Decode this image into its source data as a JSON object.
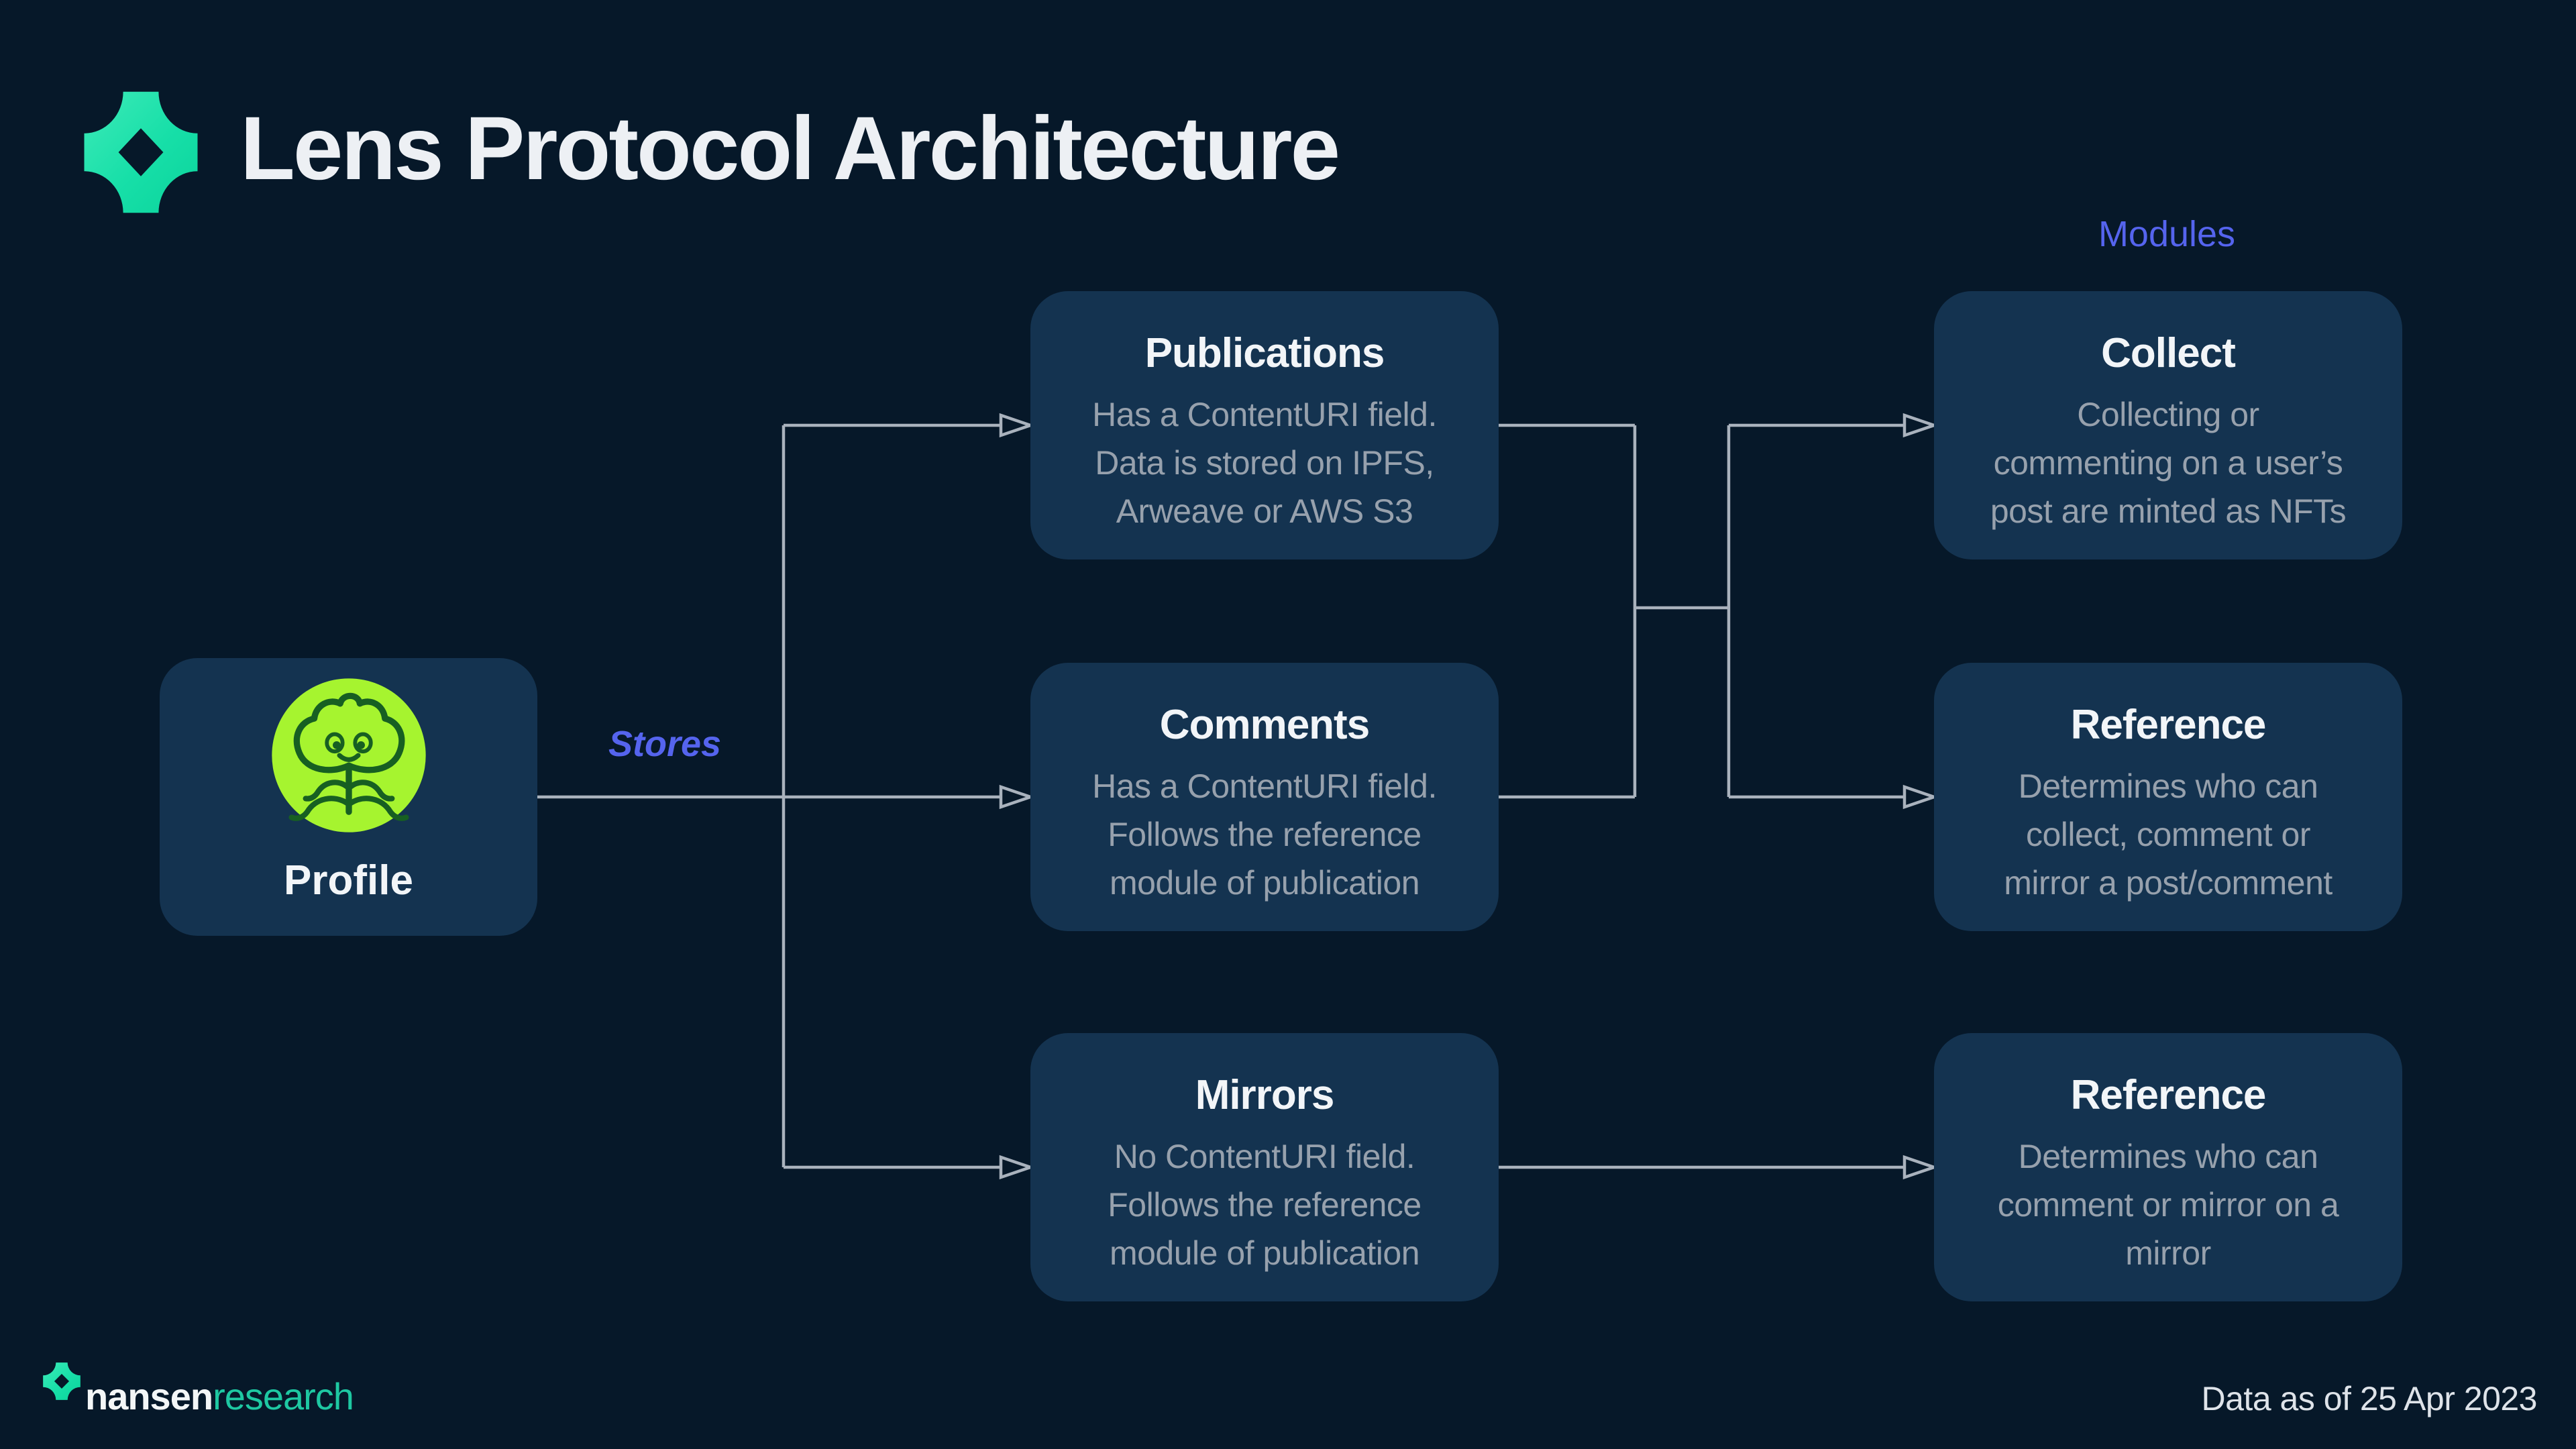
{
  "header": {
    "title": "Lens Protocol Architecture"
  },
  "edge_labels": {
    "stores": "Stores",
    "modules": "Modules"
  },
  "nodes": {
    "profile": {
      "title": "Profile"
    },
    "publications": {
      "title": "Publications",
      "body": [
        "Has a ContentURI field.",
        "Data is stored on IPFS,",
        "Arweave or AWS S3"
      ]
    },
    "comments": {
      "title": "Comments",
      "body": [
        "Has a ContentURI field.",
        "Follows the reference",
        "module of publication"
      ]
    },
    "mirrors": {
      "title": "Mirrors",
      "body": [
        "No ContentURI field.",
        "Follows the reference",
        "module of publication"
      ]
    },
    "collect": {
      "title": "Collect",
      "body": [
        "Collecting or",
        "commenting on a user’s",
        "post are minted as NFTs"
      ]
    },
    "reference_mid": {
      "title": "Reference",
      "body": [
        "Determines who can",
        "collect, comment or",
        "mirror a post/comment"
      ]
    },
    "reference_bottom": {
      "title": "Reference",
      "body": [
        "Determines who can",
        "comment or mirror on a",
        "mirror"
      ]
    }
  },
  "edges": [
    {
      "from": "profile",
      "to": "publications"
    },
    {
      "from": "profile",
      "to": "comments"
    },
    {
      "from": "profile",
      "to": "mirrors"
    },
    {
      "from": "publications",
      "to": "collect"
    },
    {
      "from": "publications",
      "to": "reference_mid"
    },
    {
      "from": "comments",
      "to": "collect"
    },
    {
      "from": "comments",
      "to": "reference_mid"
    },
    {
      "from": "mirrors",
      "to": "reference_bottom"
    }
  ],
  "footer": {
    "brand_primary": "nansen",
    "brand_secondary": "research",
    "data_note": "Data as of 25 Apr 2023"
  },
  "icons": {
    "brand_logo": "nansen-sparkle-icon",
    "profile_avatar": "lens-plant-face-icon"
  },
  "colors": {
    "background": "#061829",
    "node_fill": "#143350",
    "heading_text": "#F2F5F8",
    "body_text": "#97A1AD",
    "accent_blue": "#5564EE",
    "connector_gray": "#A9B2BD",
    "lens_lime": "#A6F42F",
    "lens_dark_green": "#175F22",
    "nansen_mint": "#3DEAB8",
    "nansen_teal": "#0BD49C",
    "research_teal": "#1EC8A2",
    "footnote_text": "#DEE3E9"
  }
}
